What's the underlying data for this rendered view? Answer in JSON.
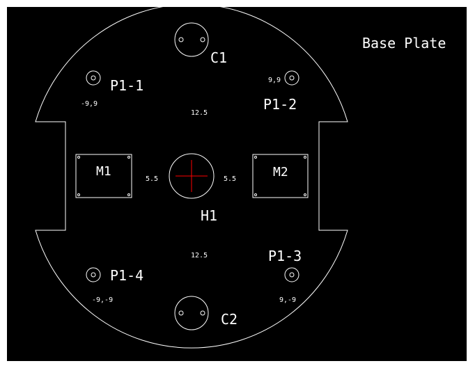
{
  "drawing": {
    "title": "Base Plate",
    "line_color": "#ffffff",
    "marker_color": "#ff0000",
    "background": "#000000"
  },
  "parts": {
    "capacitors": [
      {
        "label": "C1"
      },
      {
        "label": "C2"
      }
    ],
    "posts": [
      {
        "label": "P1-1",
        "coord": "-9,9"
      },
      {
        "label": "P1-2",
        "coord": "9,9"
      },
      {
        "label": "P1-3",
        "coord": "9,-9"
      },
      {
        "label": "P1-4",
        "coord": "-9,-9"
      }
    ],
    "motors": [
      {
        "label": "M1"
      },
      {
        "label": "M2"
      }
    ],
    "center_hole": {
      "label": "H1"
    }
  },
  "dimensions": {
    "top": "12.5",
    "bottom": "12.5",
    "left": "5.5",
    "right": "5.5"
  }
}
